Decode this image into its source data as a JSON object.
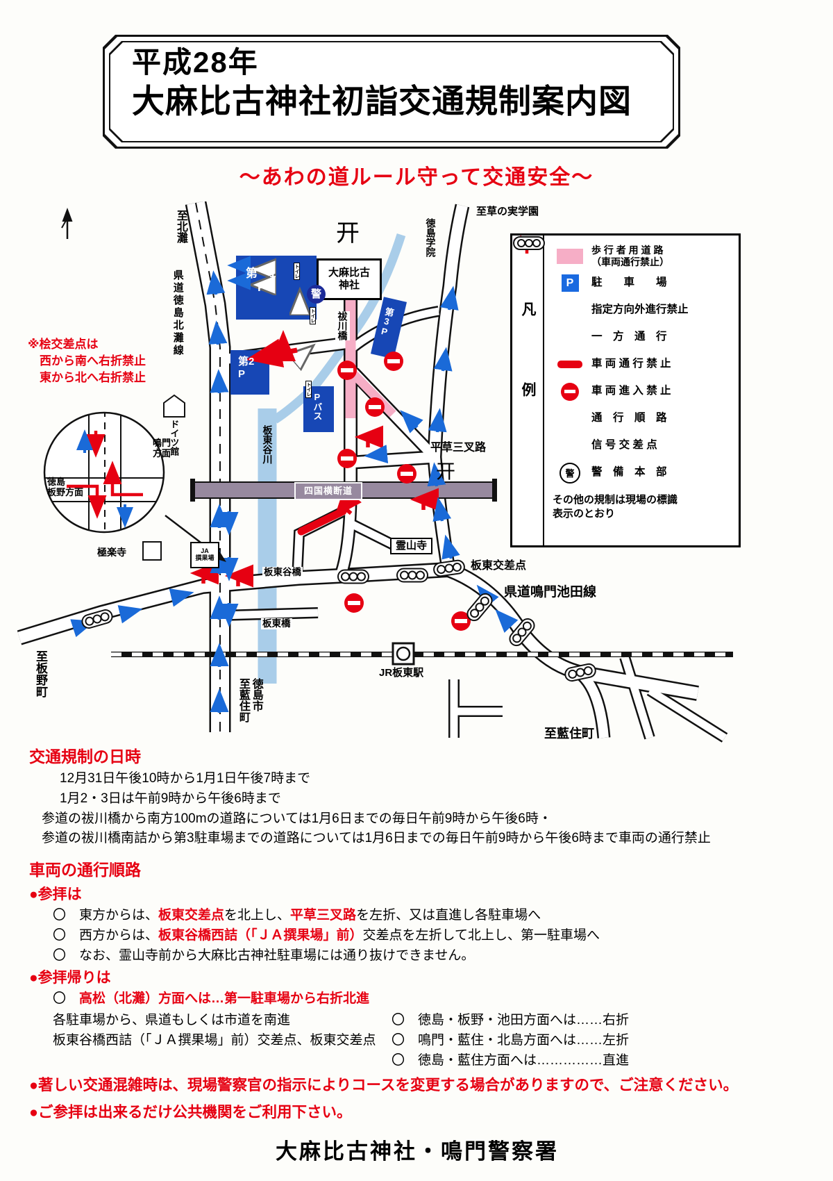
{
  "title": {
    "line1": "平成28年",
    "line2": "大麻比古神社初詣交通規制案内図"
  },
  "subtitle": "〜あわの道ルール守って交通安全〜",
  "map": {
    "labels": {
      "to_kitanada": "至北灘",
      "pref_road_kitanada": "県道徳島北灘線",
      "german_house": "ドイツ館",
      "tokushima_gakuin": "徳島学院",
      "to_kusanomi": "至草の実学園",
      "shrine": "大麻比古\n神社",
      "police_badge": "警",
      "torii": "开",
      "p1": "第　1\n　P",
      "p2": "第2\nP",
      "p3": "第3P",
      "p_bus": "Pバス",
      "toilet": "トイレ",
      "haraigawa_bridge": "祓川橋",
      "hinoki_note": "※桧交差点は\n　西から南へ右折禁止\n　東から北へ右折禁止",
      "bando_tani_river": "板東谷川",
      "shikoku_expressway": "四国横断道",
      "hiragusa_junction": "平草三叉路",
      "ryozenji": "霊山寺",
      "bando_crossing": "板東交差点",
      "pref_road_naruto_ikeda": "県道鳴門池田線",
      "bando_tani_bridge": "板東谷橋",
      "bando_bridge": "板東橋",
      "jr_bando_station": "JR板東駅",
      "to_itano": "至板野町",
      "to_aizumi_tokushima": "至藍住町\n徳島市",
      "to_aizumi": "至藍住町",
      "gokurakuji": "極楽寺",
      "ja_facility": "JA\n撰果場",
      "tokushima_itano_direction": "徳島\n板野方面",
      "naruto_direction": "鳴門\n方面"
    },
    "legend": {
      "title": "凡例",
      "parking_glyph": "P",
      "security_hq_glyph": "警",
      "items": [
        {
          "icon": "pedestrian-road-swatch",
          "label": "歩 行 者 用 道 路\n（車両通行禁止）"
        },
        {
          "icon": "parking-sign",
          "label": "駐　　車　　場"
        },
        {
          "icon": "no-designated-direction-arrow",
          "label": "指定方向外進行禁止"
        },
        {
          "icon": "one-way-arrow",
          "label": "一　方　通　行"
        },
        {
          "icon": "road-closed-bar",
          "label": "車 両 通 行 禁 止"
        },
        {
          "icon": "no-entry-sign",
          "label": "車 両 進 入 禁 止"
        },
        {
          "icon": "route-arrow",
          "label": "通　行　順　路"
        },
        {
          "icon": "signal-crossing",
          "label": "信 号 交 差 点"
        },
        {
          "icon": "security-hq-circle",
          "label": "警　備　本　部"
        }
      ],
      "footnote": "その他の規制は現場の標識\n表示のとおり"
    },
    "colors": {
      "pedestrian_pink": "#f6aec6",
      "parking_blue": "#1747b5",
      "restriction_red": "#e60012",
      "route_blue": "#1a6ad8",
      "expressway_gray": "#97899f",
      "river_blue": "#a9cde9"
    }
  },
  "sections": {
    "schedule": {
      "heading": "交通規制の日時",
      "lines": [
        "12月31日午後10時から1月1日午後7時まで",
        "1月2・3日は午前9時から午後6時まで",
        "参道の祓川橋から南方100mの道路については1月6日までの毎日午前9時から午後6時・",
        "参道の祓川橋南詰から第3駐車場までの道路については1月6日までの毎日午前9時から午後6時まで車両の通行禁止"
      ]
    },
    "route": {
      "heading": "車両の通行順路",
      "visit_heading": "●参拝は",
      "visit_lines": [
        [
          {
            "t": "〇　東方からは、"
          },
          {
            "t": "板東交差点",
            "c": "#e60012",
            "b": 1
          },
          {
            "t": "を北上し、"
          },
          {
            "t": "平草三叉路",
            "c": "#e60012",
            "b": 1
          },
          {
            "t": "を左折、又は直進し各駐車場へ"
          }
        ],
        [
          {
            "t": "〇　西方からは、"
          },
          {
            "t": "板東谷橋西詰（「ＪＡ撰果場」前）",
            "c": "#e60012",
            "b": 1
          },
          {
            "t": "交差点を左折して北上し、第一駐車場へ"
          }
        ],
        [
          {
            "t": "〇　なお、霊山寺前から大麻比古神社駐車場には通り抜けできません。"
          }
        ]
      ],
      "return_heading": "●参拝帰りは",
      "return_line1": [
        {
          "t": "〇　"
        },
        {
          "t": "高松（北灘）方面へは…第一駐車場から右折北進",
          "c": "#e60012",
          "b": 1
        }
      ],
      "return_left": [
        "各駐車場から、県道もしくは市道を南進",
        "板東谷橋西詰（「ＪＡ撰果場」前）交差点、板東交差点"
      ],
      "return_right": [
        "〇　徳島・板野・池田方面へは……右折",
        "〇　鳴門・藍住・北島方面へは……左折",
        "〇　徳島・藍住方面へは……………直進"
      ]
    },
    "notices": [
      "●著しい交通混雑時は、現場警察官の指示によりコースを変更する場合がありますので、ご注意ください。",
      "●ご参拝は出来るだけ公共機関をご利用下さい。"
    ]
  },
  "footer": "大麻比古神社・鳴門警察署"
}
